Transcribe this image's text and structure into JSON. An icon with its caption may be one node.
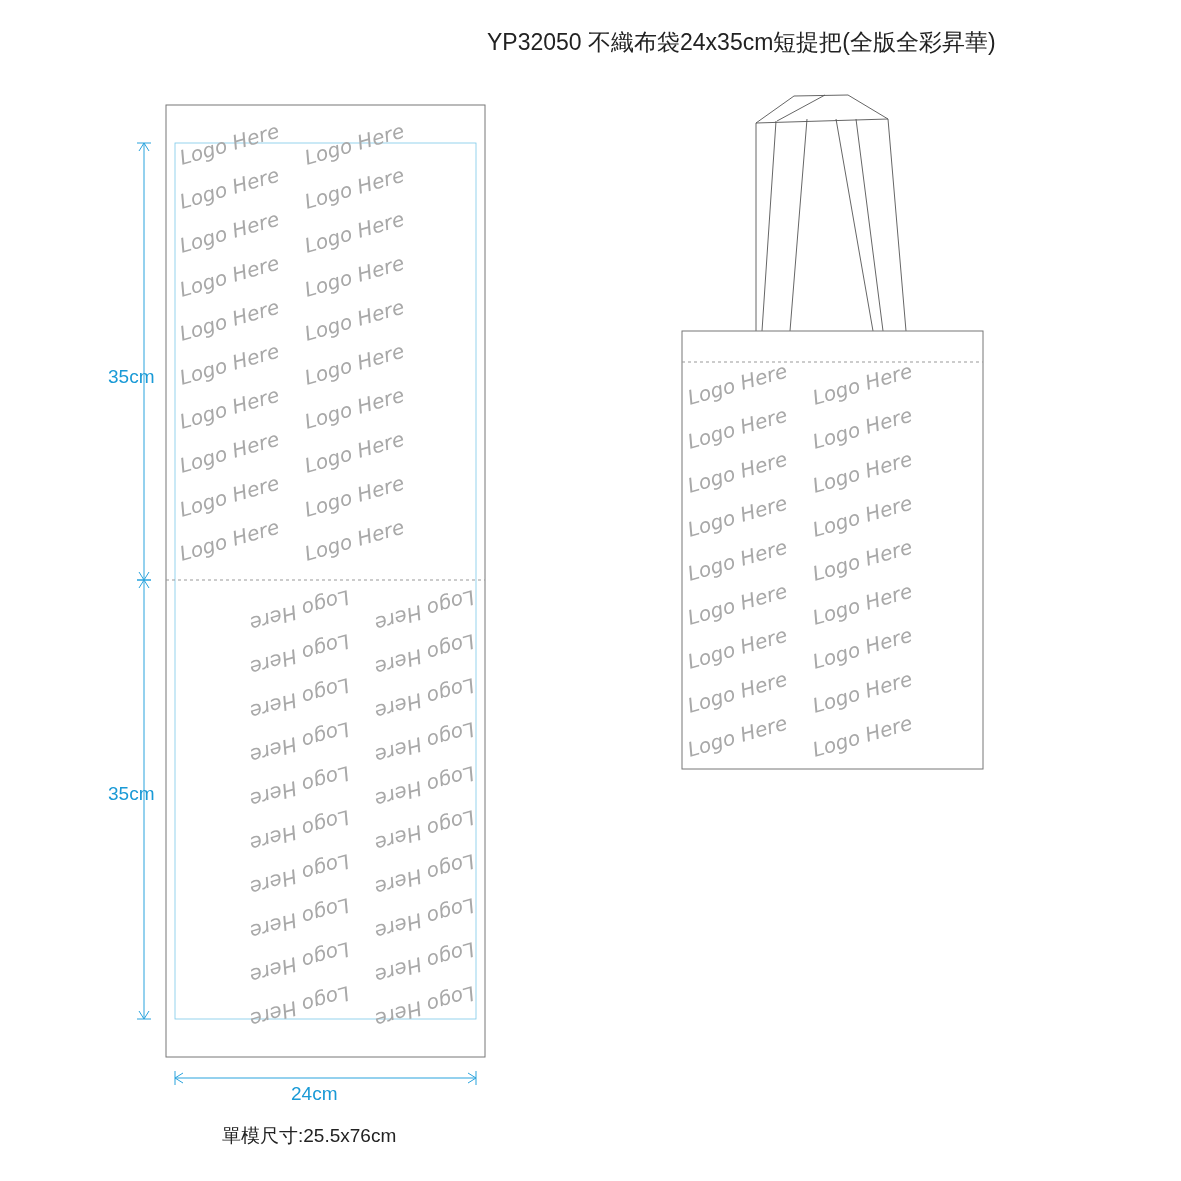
{
  "diagram": {
    "title": "YP32050 不織布袋24x35cm短提把(全版全彩昇華)",
    "labels": [
      "35cm",
      "35cm",
      "24cm",
      "單模尺寸:25.5x76cm",
      "Logo Here",
      "Logo Here",
      "Logo Here",
      "Logo Here",
      "Logo Here",
      "Logo Here",
      "Logo Here",
      "Logo Here",
      "Logo Here",
      "Logo Here",
      "Logo Here",
      "Logo Here",
      "Logo Here",
      "Logo Here",
      "Logo Here",
      "Logo Here",
      "Logo Here",
      "Logo Here",
      "Logo Here",
      "Logo Here",
      "Logo Here",
      "Logo Here",
      "Logo Here",
      "Logo Here",
      "Logo Here",
      "Logo Here",
      "Logo Here",
      "Logo Here",
      "Logo Here",
      "Logo Here",
      "Logo Here",
      "Logo Here",
      "Logo Here",
      "Logo Here",
      "Logo Here",
      "Logo Here",
      "Logo Here",
      "Logo Here",
      "Logo Here",
      "Logo Here",
      "Logo Here",
      "Logo Here",
      "Logo Here",
      "Logo Here",
      "Logo Here",
      "Logo Here",
      "Logo Here",
      "Logo Here",
      "Logo Here",
      "Logo Here",
      "Logo Here",
      "Logo Here",
      "Logo Here",
      "Logo Here",
      "Logo Here",
      "Logo Here",
      "Logo Here",
      "Logo Here"
    ]
  }
}
